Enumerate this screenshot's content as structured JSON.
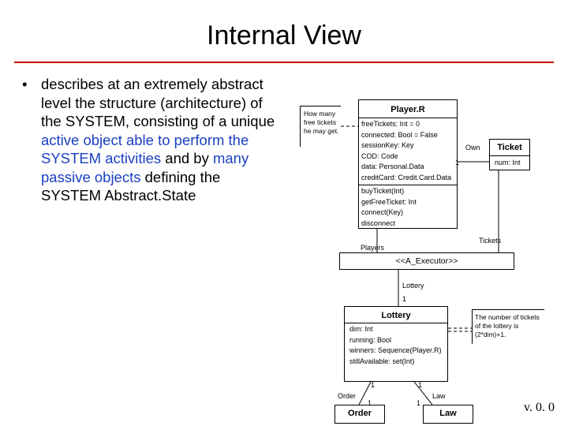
{
  "title": "Internal View",
  "bullet": {
    "marker": "•",
    "text_1": "describes at an extremely abstract level the structure (architecture) of the SYSTEM, consisting of a unique ",
    "hl_1": "active object able to perform the SYSTEM activities",
    "text_2": " and by ",
    "hl_2": "many passive objects",
    "text_3": " defining the SYSTEM Abstract.State"
  },
  "diagram": {
    "note_howmany": "How many free tickets he may get.",
    "player": {
      "name": "Player.R",
      "attributes": [
        "freeTickets: Int = 0",
        "connected: Bool = False",
        "sessionKey: Key",
        "COD: Code",
        "data: Personal.Data",
        "creditCard: Credit.Card.Data"
      ],
      "operations": [
        "buyTicket(Int)",
        "getFreeTicket: Int",
        "connect(Key)",
        "disconnect"
      ]
    },
    "ticket": {
      "name": "Ticket",
      "attributes": [
        "num: Int"
      ]
    },
    "own_label": "Own",
    "own_mult": "1",
    "tickets_label": "Tickets",
    "players_label": "Players",
    "executor": "<<A_Executor>>",
    "lottery_role": "Lottery",
    "lottery_role_mult": "1",
    "lottery": {
      "name": "Lottery",
      "attributes": [
        "dim: Int",
        "running: Bool",
        "winners: Sequence(Player.R)",
        "stillAvailable: set(Int)"
      ]
    },
    "note_lottery": "The number of tickets of the lottery is (2*dim)+1.",
    "mult_order_top": "1",
    "mult_law_top": "1",
    "order_role": "Order",
    "order_mult": "1",
    "law_role": "Law",
    "law_mult": "1",
    "order": {
      "name": "Order"
    },
    "law": {
      "name": "Law"
    }
  },
  "version": "v. 0. 0"
}
